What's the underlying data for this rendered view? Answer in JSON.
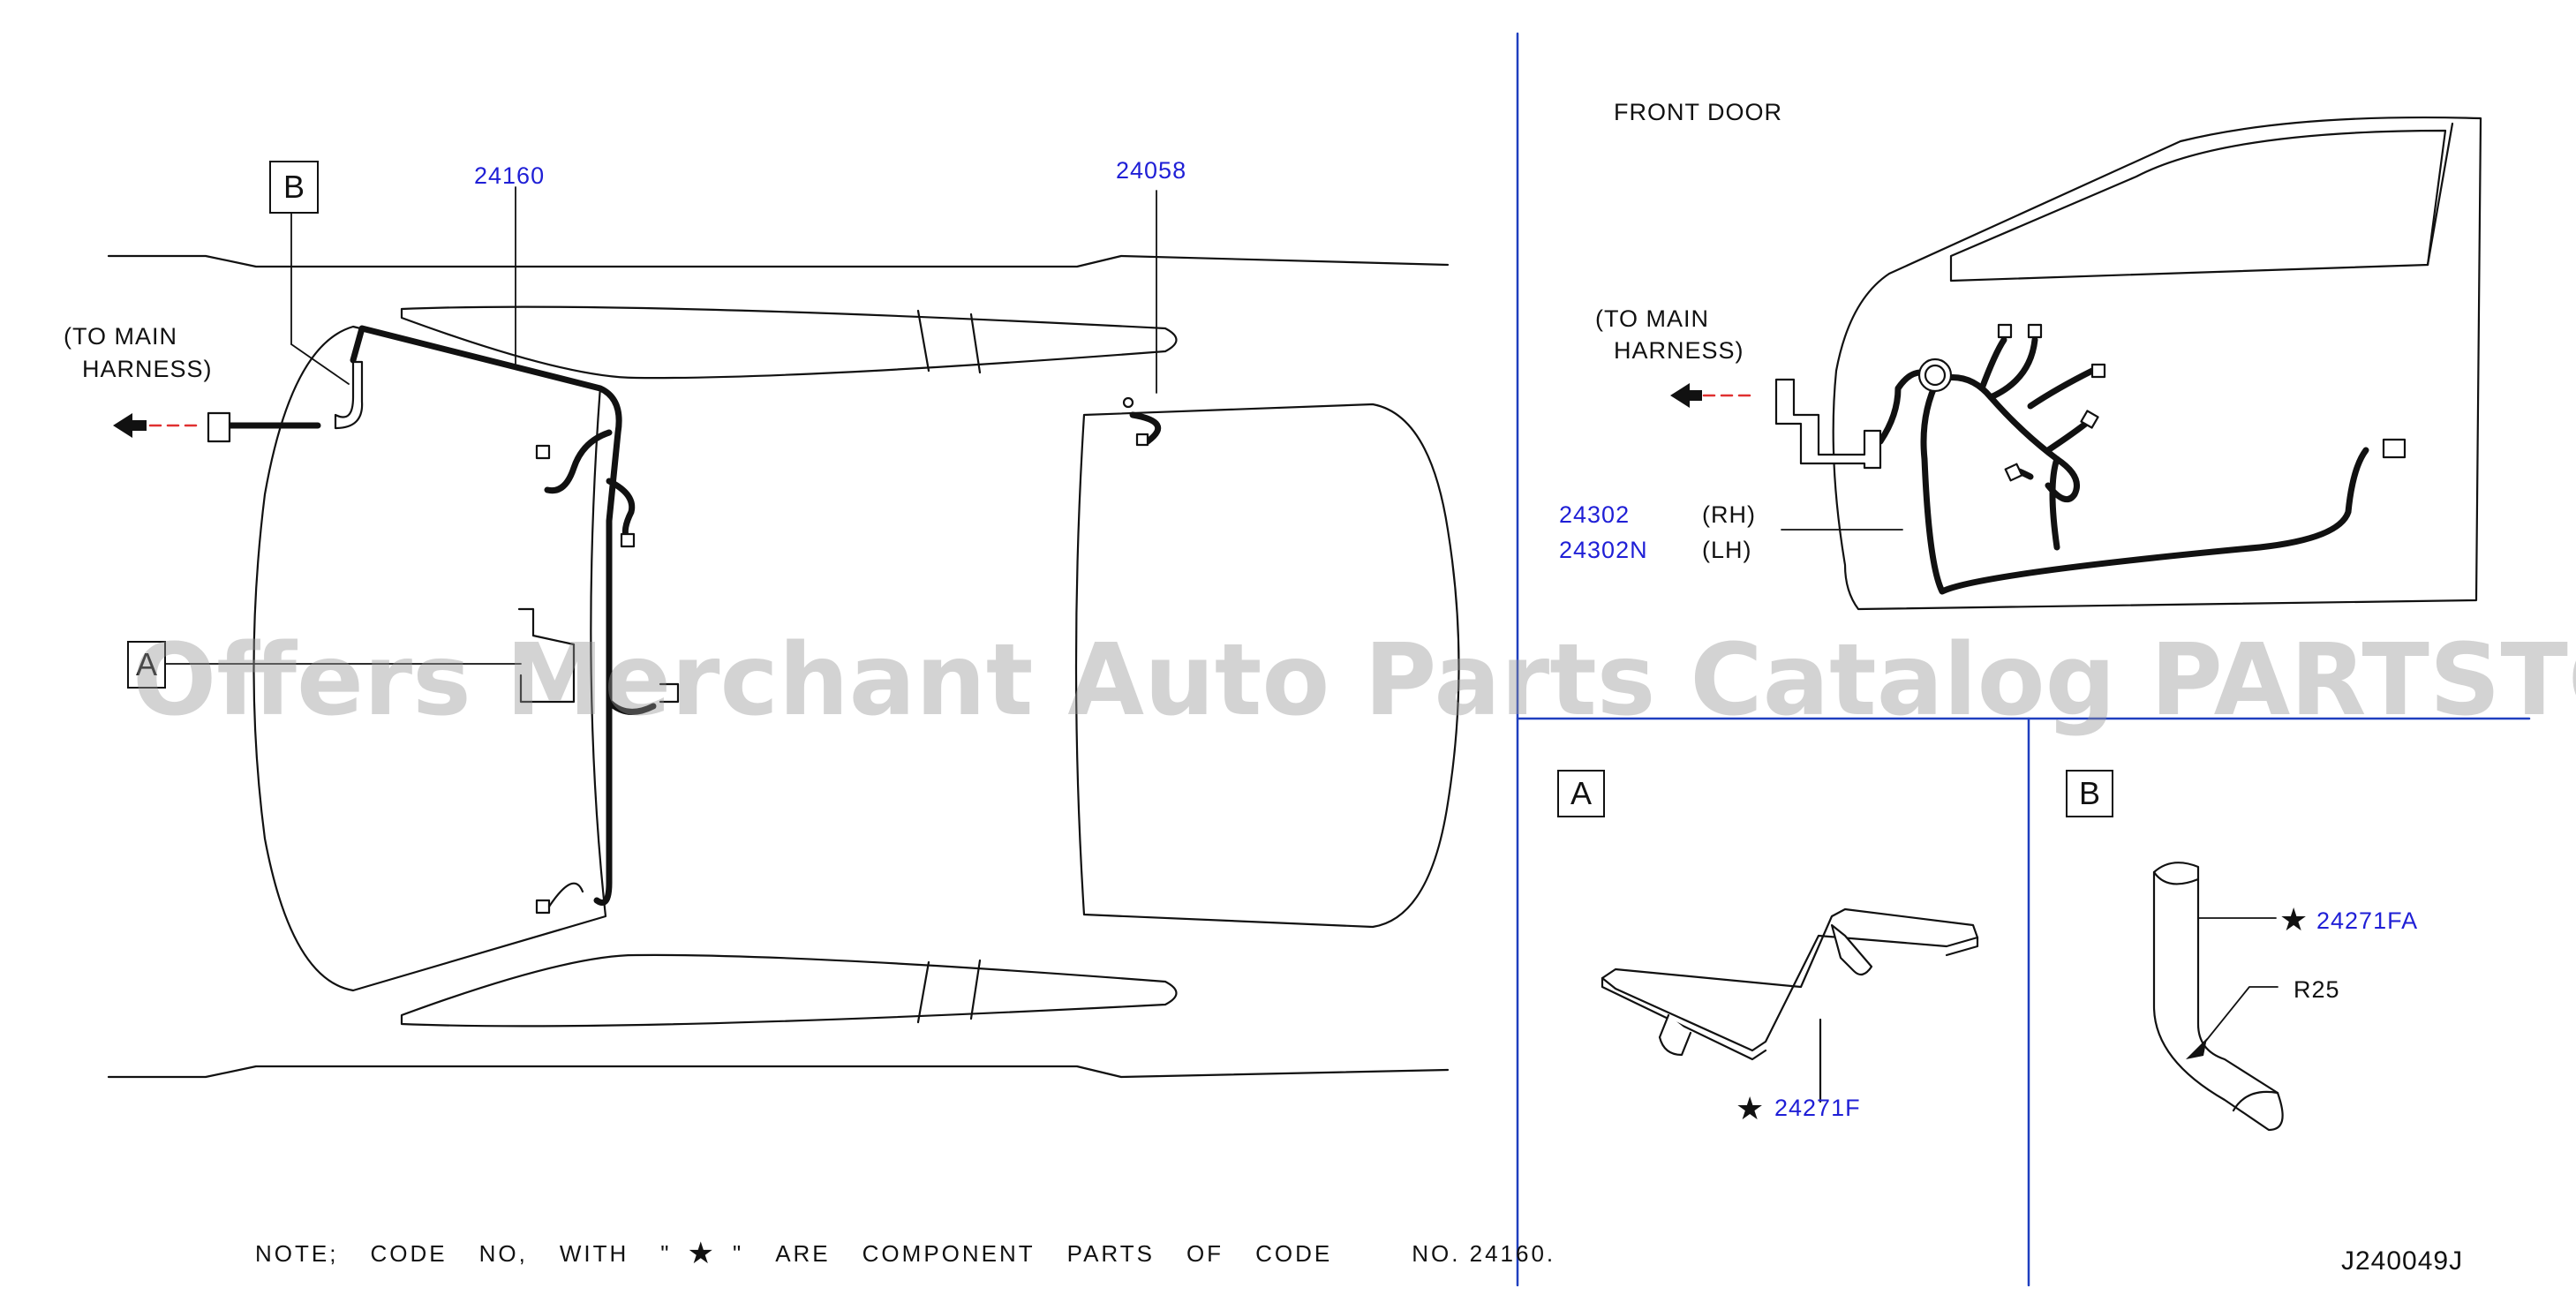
{
  "main_view": {
    "callout_b": "B",
    "callout_a": "A",
    "part_24160": "24160",
    "part_24058": "24058",
    "to_main_line1": "(TO  MAIN",
    "to_main_line2": "HARNESS)"
  },
  "front_door": {
    "title": "FRONT  DOOR",
    "to_main_line1": "(TO  MAIN",
    "to_main_line2": "HARNESS)",
    "part_rh": "24302",
    "part_lh": "24302N",
    "side_rh": "(RH)",
    "side_lh": "(LH)"
  },
  "detail_a": {
    "label": "A",
    "star": "★",
    "part": "24271F"
  },
  "detail_b": {
    "label": "B",
    "star": "★",
    "part": "24271FA",
    "radius": "R25"
  },
  "note": {
    "w1": "NOTE;",
    "w2": "CODE",
    "w3": "NO,",
    "w4": "WITH",
    "q1": "\"",
    "star": "★",
    "q2": "\"",
    "w5": "ARE",
    "w6": "COMPONENT",
    "w7": "PARTS",
    "w8": "OF",
    "w9": "CODE",
    "w10": "NO. 24160."
  },
  "diagram_code": "J240049J",
  "watermark": "Offers Merchant Auto Parts Catalog PARTSTORE.SA",
  "colors": {
    "line": "#111111",
    "part_number": "#1f1fd6",
    "arrow_dash": "#e03030",
    "divider": "#1f3fbf",
    "watermark": "#969696"
  }
}
